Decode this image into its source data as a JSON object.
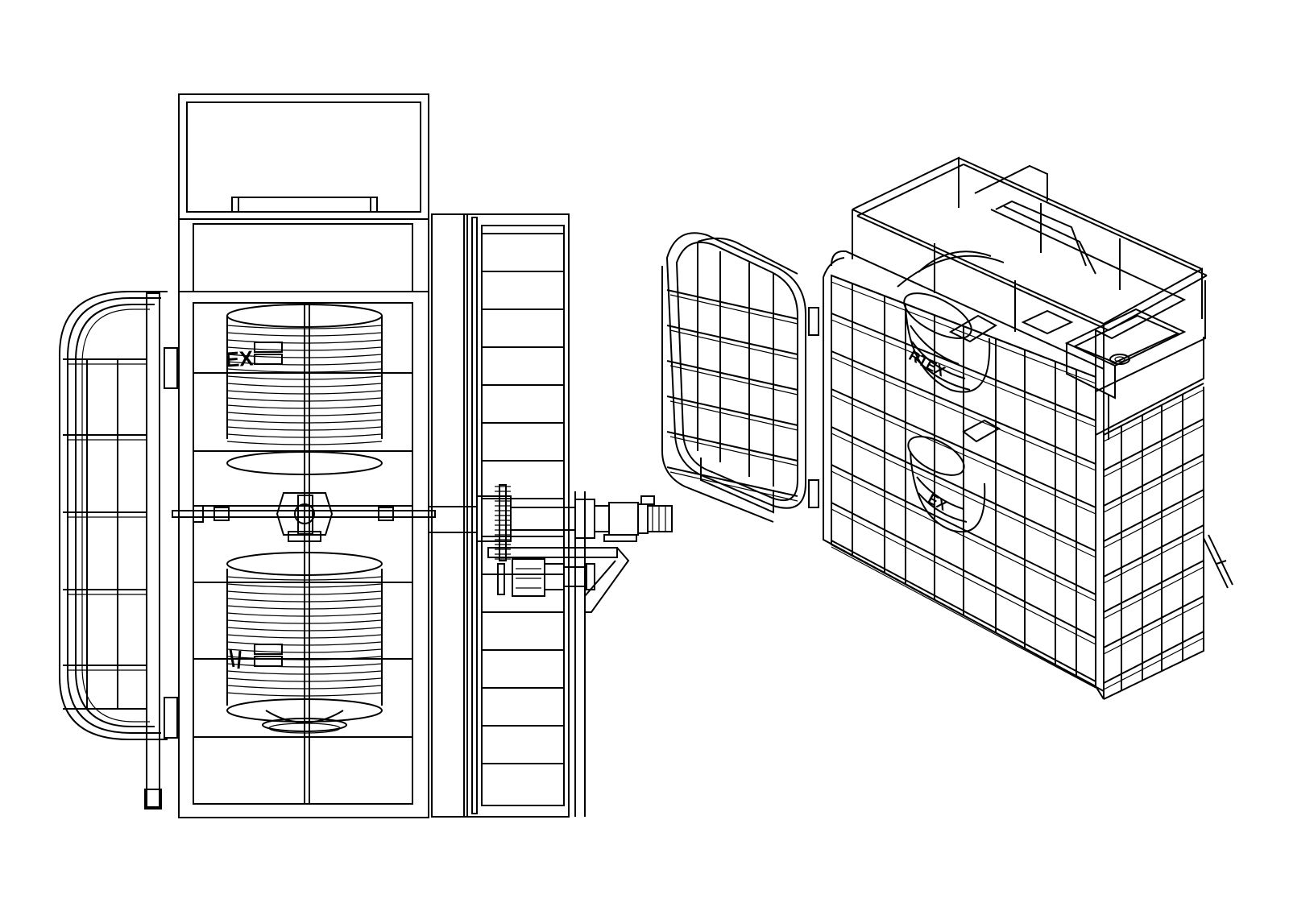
{
  "drawing": {
    "views": [
      {
        "id": "front-view"
      },
      {
        "id": "isometric-view"
      }
    ],
    "drum_logos": {
      "front_upper": "EX",
      "iso_upper": "RTEX",
      "iso_lower": "EX"
    },
    "colors": {
      "line": "#000000",
      "background": "#ffffff"
    }
  }
}
